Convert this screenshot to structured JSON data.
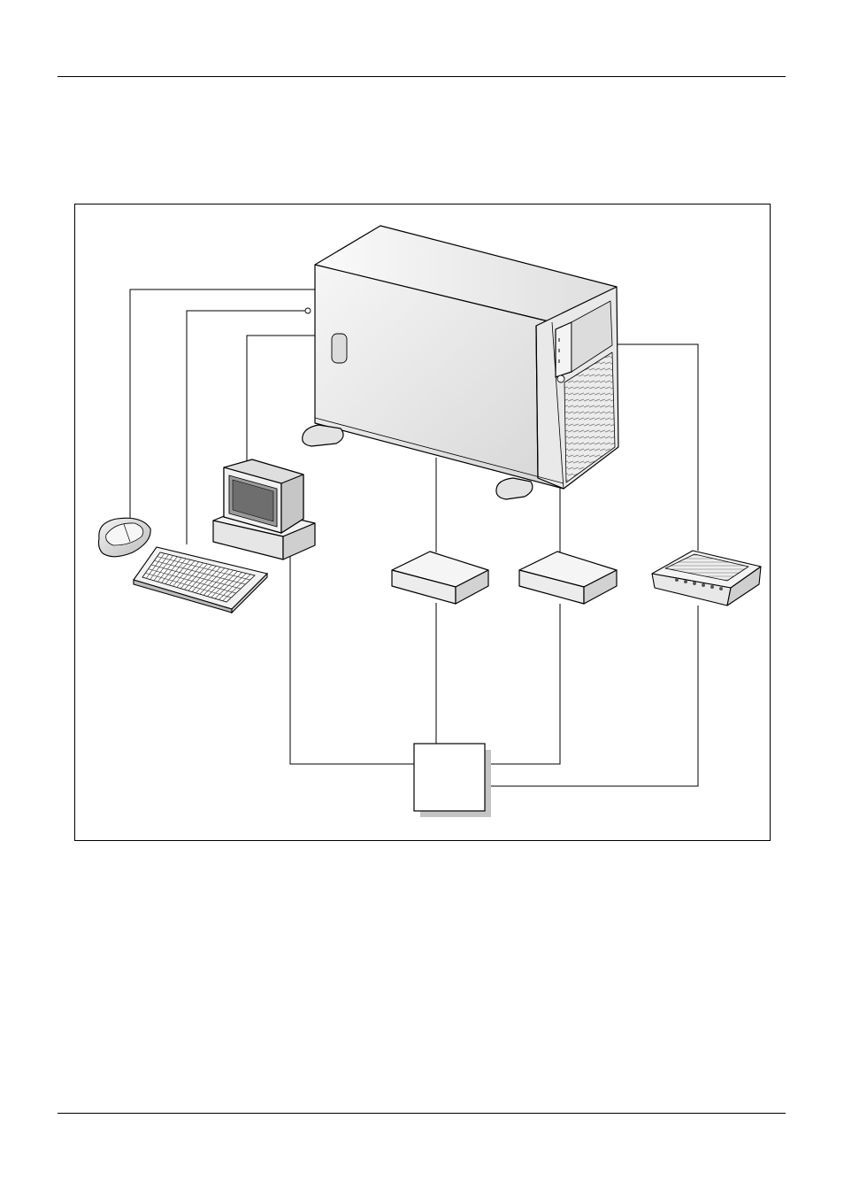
{
  "page": {
    "header_text": "",
    "footer_text": ""
  },
  "diagram": {
    "nodes": [
      {
        "id": "server",
        "label": "",
        "icon": "tower-server-icon"
      },
      {
        "id": "mouse",
        "label": "",
        "icon": "mouse-icon"
      },
      {
        "id": "keyboard",
        "label": "",
        "icon": "keyboard-icon"
      },
      {
        "id": "monitor",
        "label": "",
        "icon": "crt-monitor-icon"
      },
      {
        "id": "device-1",
        "label": "",
        "icon": "external-device-icon"
      },
      {
        "id": "device-2",
        "label": "",
        "icon": "external-device-icon"
      },
      {
        "id": "modem",
        "label": "",
        "icon": "modem-icon"
      },
      {
        "id": "hub",
        "label": "",
        "icon": "hub-box-icon"
      }
    ],
    "edges": [
      {
        "from": "server",
        "to": "mouse"
      },
      {
        "from": "server",
        "to": "keyboard"
      },
      {
        "from": "server",
        "to": "monitor"
      },
      {
        "from": "server",
        "to": "device-1"
      },
      {
        "from": "server",
        "to": "device-2"
      },
      {
        "from": "server",
        "to": "modem"
      },
      {
        "from": "monitor",
        "to": "hub"
      },
      {
        "from": "device-1",
        "to": "hub"
      },
      {
        "from": "device-2",
        "to": "hub"
      },
      {
        "from": "modem",
        "to": "hub"
      }
    ]
  }
}
